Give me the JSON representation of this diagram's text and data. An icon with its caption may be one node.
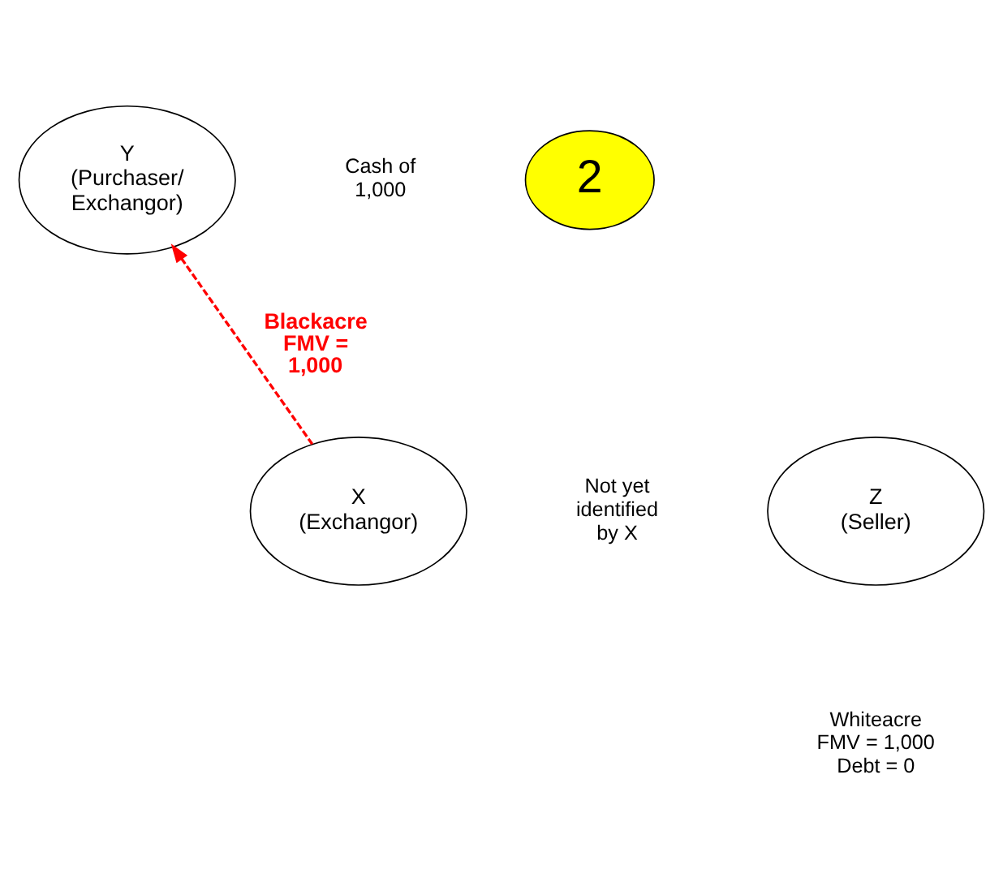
{
  "diagram": {
    "nodes": [
      {
        "text": [
          "Y",
          "(Purchaser/ Exchangor)"
        ]
      },
      {
        "text": [
          "2"
        ]
      },
      {
        "text": [
          "X",
          "(Exchangor)"
        ]
      },
      {
        "text": [
          "Z",
          "(Seller)"
        ]
      }
    ],
    "edges": [
      {
        "from": 2,
        "to": 0,
        "arrow": "to",
        "label": "Blackacre FMV = 1,000",
        "style": "dashed",
        "color": "#ff0000"
      }
    ],
    "labels": [
      "Cash of 1,000",
      "Not yet identified by X",
      "Whiteacre FMV = 1,000 Debt = 0"
    ]
  }
}
